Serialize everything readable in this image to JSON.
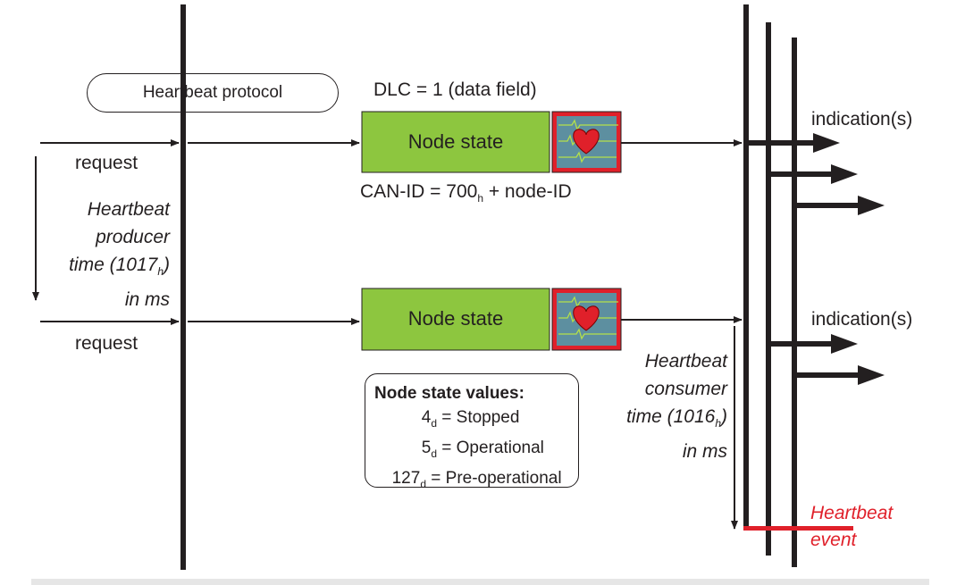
{
  "title_pill": "Heartbeat protocol",
  "dlc_label": "DLC = 1 (data field)",
  "frame_box_label": "Node state",
  "can_id": {
    "prefix": "CAN-ID = 700",
    "sub": "h",
    "suffix": " + node-ID"
  },
  "request_label": "request",
  "producer_time": {
    "line1": "Heartbeat",
    "line2": "producer",
    "line3_prefix": "time (1017",
    "line3_sub": "h",
    "line3_suffix": ")",
    "line4": "in ms"
  },
  "consumer_time": {
    "line1": "Heartbeat",
    "line2": "consumer",
    "line3_prefix": "time (1016",
    "line3_sub": "h",
    "line3_suffix": ")",
    "line4": "in ms"
  },
  "indication_label": "indication(s)",
  "heartbeat_event": {
    "line1": "Heartbeat",
    "line2": "event"
  },
  "node_state_values": {
    "title": "Node state values:",
    "items": [
      {
        "value": "4",
        "sub": "d",
        "label": " = Stopped"
      },
      {
        "value": "5",
        "sub": "d",
        "label": " = Operational"
      },
      {
        "value": "127",
        "sub": "d",
        "label": " = Pre-operational"
      }
    ]
  },
  "colors": {
    "box_green": "#8dc63f",
    "event_red": "#e0202a",
    "line": "#231f20"
  },
  "icons": [
    "heart-monitor-icon"
  ]
}
